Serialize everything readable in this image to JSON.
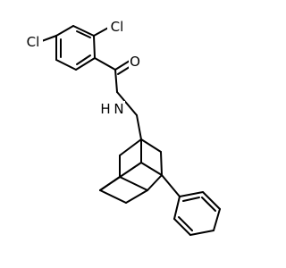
{
  "molecule": {
    "atoms": {
      "cl_left": {
        "symbol": "Cl",
        "color": "#000000"
      },
      "cl_top": {
        "symbol": "Cl",
        "color": "#000000"
      },
      "oxygen": {
        "symbol": "O",
        "color": "#000000"
      },
      "nitrogen": {
        "symbol": "N",
        "color": "#000000"
      },
      "hydrogen": {
        "symbol": "H",
        "color": "#000000"
      }
    },
    "bond_color": "#000000",
    "background": "#ffffff"
  }
}
